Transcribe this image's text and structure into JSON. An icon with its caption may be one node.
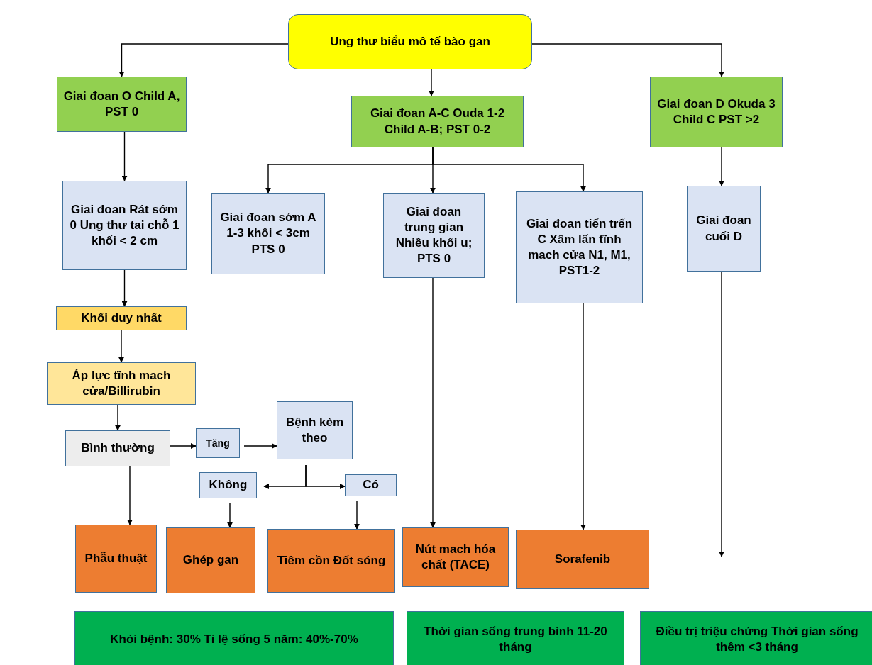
{
  "diagram": {
    "nodes": [
      {
        "text": [
          "Ung thư biểu mô tế bào gan"
        ]
      },
      {
        "text": [
          "Giai đoan O Child A, PST 0"
        ]
      },
      {
        "text": [
          "Giai đoan A-C Ouda 1-2 Child A-B; PST 0-2"
        ]
      },
      {
        "text": [
          "Giai đoan D Okuda 3 Child C PST >2"
        ]
      },
      {
        "text": [
          "Giai đoan Rát sớm 0 Ung thư tai chỗ 1 khối < 2 cm"
        ]
      },
      {
        "text": [
          "Giai đoan sớm A 1-3 khối < 3cm PTS 0"
        ]
      },
      {
        "text": [
          "Giai đoan trung gian Nhiều khối u; PTS 0"
        ]
      },
      {
        "text": [
          "Giai đoan tiển trển C Xâm lấn tĩnh mach cửa N1, M1, PST1-2"
        ]
      },
      {
        "text": [
          "Giai đoan cuối D"
        ]
      },
      {
        "text": [
          "Khối duy nhất"
        ]
      },
      {
        "text": [
          "Áp lực tĩnh mach cửa/Billirubin"
        ]
      },
      {
        "text": [
          "Bình thường"
        ]
      },
      {
        "text": [
          "Tăng"
        ]
      },
      {
        "text": [
          "Bệnh kèm theo"
        ]
      },
      {
        "text": [
          "Không"
        ]
      },
      {
        "text": [
          "Có"
        ]
      },
      {
        "text": [
          "Phẫu thuật"
        ]
      },
      {
        "text": [
          "Ghép gan"
        ]
      },
      {
        "text": [
          "Tiêm cồn Đốt sóng"
        ]
      },
      {
        "text": [
          "Nút mach hóa chất (TACE)"
        ]
      },
      {
        "text": [
          "Sorafenib"
        ]
      },
      {
        "text": [
          "Khỏi bệnh: 30% Tỉ lệ sống 5 năm: 40%-70%"
        ]
      },
      {
        "text": [
          "Thời gian sống trung bình 11-20 tháng"
        ]
      },
      {
        "text": [
          "Điều trị triệu chứng Thời gian sống thêm <3 tháng"
        ]
      }
    ],
    "edges": [
      {
        "from": 0,
        "to": 1,
        "arrow": "to"
      },
      {
        "from": 0,
        "to": 2,
        "arrow": "to"
      },
      {
        "from": 0,
        "to": 3,
        "arrow": "to"
      },
      {
        "from": 1,
        "to": 4,
        "arrow": "to"
      },
      {
        "from": 2,
        "to": 5,
        "arrow": "to"
      },
      {
        "from": 2,
        "to": 6,
        "arrow": "to"
      },
      {
        "from": 2,
        "to": 7,
        "arrow": "to"
      },
      {
        "from": 3,
        "to": 8,
        "arrow": "to"
      },
      {
        "from": 4,
        "to": 9,
        "arrow": "to"
      },
      {
        "from": 9,
        "to": 10,
        "arrow": "to"
      },
      {
        "from": 10,
        "to": 11,
        "arrow": "to"
      },
      {
        "from": 11,
        "to": 12,
        "arrow": "to"
      },
      {
        "from": 12,
        "to": 13,
        "arrow": "to"
      },
      {
        "from": 13,
        "to": 14,
        "arrow": "to"
      },
      {
        "from": 13,
        "to": 15,
        "arrow": "to"
      },
      {
        "from": 11,
        "to": 16,
        "arrow": "to"
      },
      {
        "from": 14,
        "to": 17,
        "arrow": "to"
      },
      {
        "from": 15,
        "to": 18,
        "arrow": "to"
      },
      {
        "from": 6,
        "to": 19,
        "arrow": "to"
      },
      {
        "from": 7,
        "to": 20,
        "arrow": "to"
      },
      {
        "from": 8,
        "to": null,
        "arrow": "to"
      }
    ]
  }
}
